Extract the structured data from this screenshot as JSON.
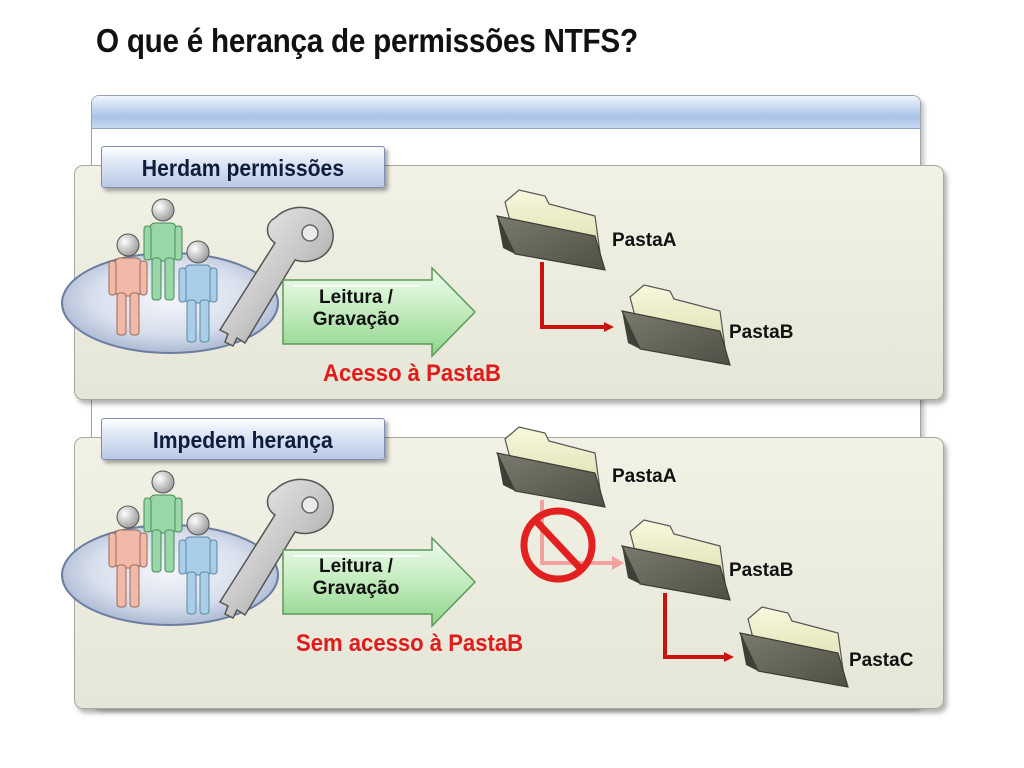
{
  "title": "O que é herança de permissões NTFS?",
  "sections": [
    {
      "label": "Herdam permissões",
      "permission_line1": "Leitura /",
      "permission_line2": "Gravação",
      "result": "Acesso à PastaB",
      "folders": [
        "PastaA",
        "PastaB"
      ]
    },
    {
      "label": "Impedem herança",
      "permission_line1": "Leitura /",
      "permission_line2": "Gravação",
      "result": "Sem acesso à PastaB",
      "folders": [
        "PastaA",
        "PastaB",
        "PastaC"
      ]
    }
  ],
  "colors": {
    "accent_red": "#e01b1b",
    "arrow_red": "#cc1111",
    "panel_bg": "#ecece0",
    "label_blue": "#c3d2ec"
  },
  "icons": [
    "user-group-icon",
    "key-icon",
    "folder-icon",
    "no-entry-icon"
  ]
}
